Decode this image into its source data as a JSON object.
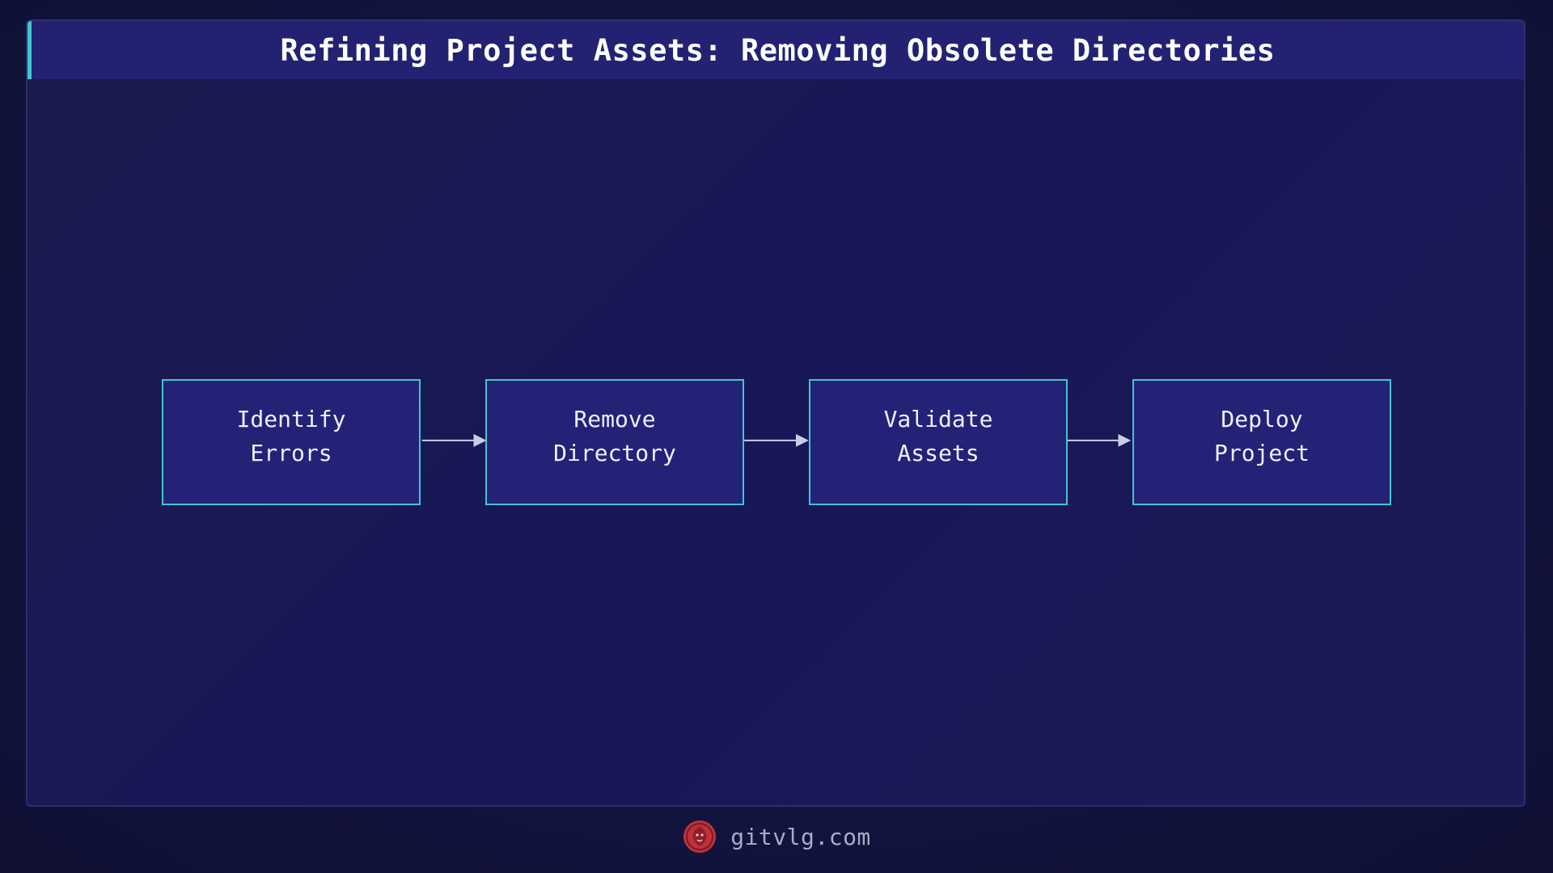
{
  "title": "Refining Project Assets: Removing Obsolete Directories",
  "steps": [
    {
      "label": "Identify\nErrors"
    },
    {
      "label": "Remove\nDirectory"
    },
    {
      "label": "Validate\nAssets"
    },
    {
      "label": "Deploy\nProject"
    }
  ],
  "footer": {
    "site": "gitvlg.com",
    "logo_icon": "lion-logo-icon"
  },
  "colors": {
    "accent": "#3fc6cf",
    "node_fill": "#242277",
    "title_bar": "#232272",
    "logo": "#c0313b"
  }
}
